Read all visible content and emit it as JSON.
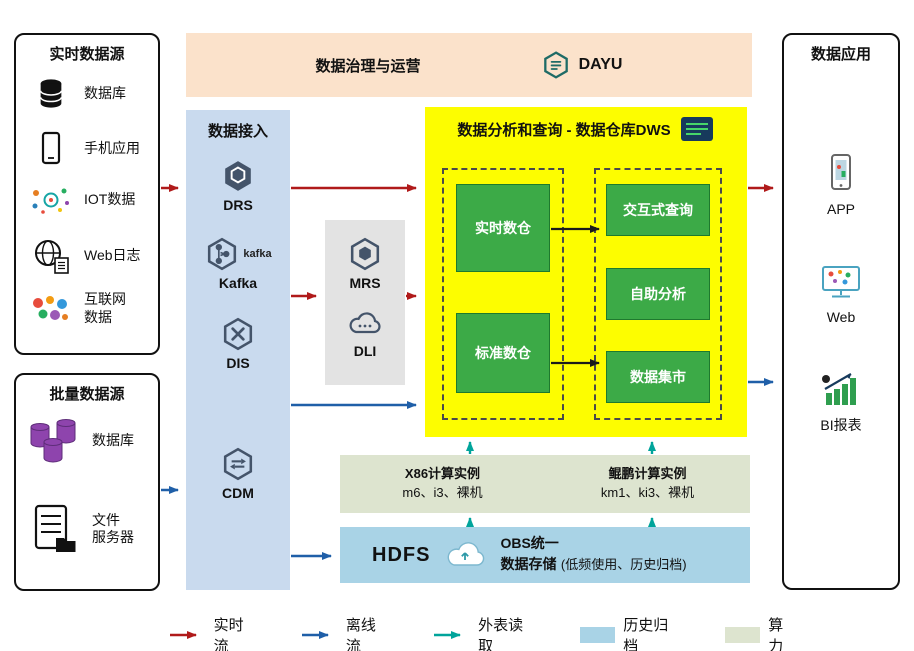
{
  "realtime": {
    "title": "实时数据源",
    "items": [
      "数据库",
      "手机应用",
      "IOT数据",
      "Web日志",
      "互联网\n数据"
    ]
  },
  "batch": {
    "title": "批量数据源",
    "items": [
      "数据库",
      "文件\n服务器"
    ]
  },
  "governance": {
    "title": "数据治理与运营",
    "product": "DAYU"
  },
  "ingestion": {
    "title": "数据接入",
    "services": [
      "DRS",
      "Kafka",
      "DIS",
      "CDM"
    ],
    "kafka_logo": "kafka"
  },
  "processing": {
    "services": [
      "MRS",
      "DLI"
    ]
  },
  "warehouse": {
    "title": "数据分析和查询 - 数据仓库DWS",
    "left_boxes": [
      "实时数仓",
      "标准数仓"
    ],
    "right_boxes": [
      "交互式查询",
      "自助分析",
      "数据集市"
    ]
  },
  "compute": {
    "x86_title": "X86计算实例",
    "x86_detail": "m6、i3、裸机",
    "kunpeng_title": "鲲鹏计算实例",
    "kunpeng_detail": "km1、ki3、裸机"
  },
  "storage": {
    "hdfs": "HDFS",
    "obs_line1": "OBS统一",
    "obs_line2": "数据存储",
    "obs_note": "(低频使用、历史归档)"
  },
  "applications": {
    "title": "数据应用",
    "items": [
      "APP",
      "Web",
      "BI报表"
    ]
  },
  "legend": {
    "items": [
      {
        "kind": "arrow",
        "color": "#b01a1a",
        "label": "实时流"
      },
      {
        "kind": "arrow",
        "color": "#1f5fa8",
        "label": "离线流"
      },
      {
        "kind": "arrow",
        "color": "#00a49b",
        "label": "外表读取"
      },
      {
        "kind": "swatch",
        "color": "#a9d3e6",
        "label": "历史归档"
      },
      {
        "kind": "swatch",
        "color": "#dde4cf",
        "label": "算力"
      }
    ]
  },
  "colors": {
    "banner_bg": "#fbe2cb",
    "ingestion_bg": "#c9daee",
    "processing_bg": "#e3e3e3",
    "warehouse_bg": "#fdfd00",
    "green_box": "#3caa47",
    "compute_bg": "#dde4cf",
    "storage_bg": "#a9d3e6",
    "arrow_realtime": "#b01a1a",
    "arrow_offline": "#1f5fa8",
    "arrow_external": "#00a49b"
  },
  "icons": [
    "database-icon",
    "phone-icon",
    "iot-icon",
    "globe-web-icon",
    "internet-data-icon",
    "purple-database-icon",
    "file-server-icon",
    "drs-hexagon-icon",
    "kafka-hexagon-icon",
    "dis-hexagon-icon",
    "cdm-hexagon-icon",
    "mrs-hexagon-icon",
    "dli-cloud-icon",
    "dayu-hexagon-icon",
    "dws-document-icon",
    "app-phone-icon",
    "web-monitor-icon",
    "bi-chart-icon",
    "obs-cloud-icon"
  ]
}
